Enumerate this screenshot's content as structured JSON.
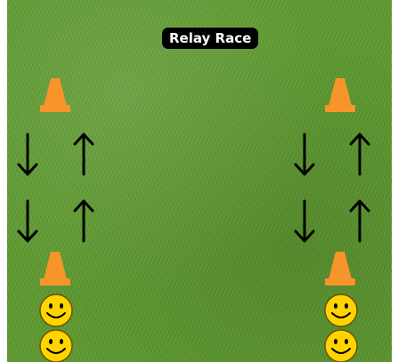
{
  "title": "Relay Race",
  "colors": {
    "grass": "#5c9a2c",
    "cone": "#f7942a",
    "smiley": "#ffd400",
    "arrow": "#000000",
    "title_bg": "#000000",
    "title_text": "#ffffff"
  },
  "icons": [
    "traffic-cone-icon",
    "arrow-down-icon",
    "arrow-up-icon",
    "smiley-face-icon"
  ],
  "lanes": [
    {
      "side": "left",
      "cones": 2,
      "arrows": [
        "down",
        "up",
        "down",
        "up"
      ],
      "players": 2
    },
    {
      "side": "right",
      "cones": 2,
      "arrows": [
        "down",
        "up",
        "down",
        "up"
      ],
      "players": 2
    }
  ]
}
